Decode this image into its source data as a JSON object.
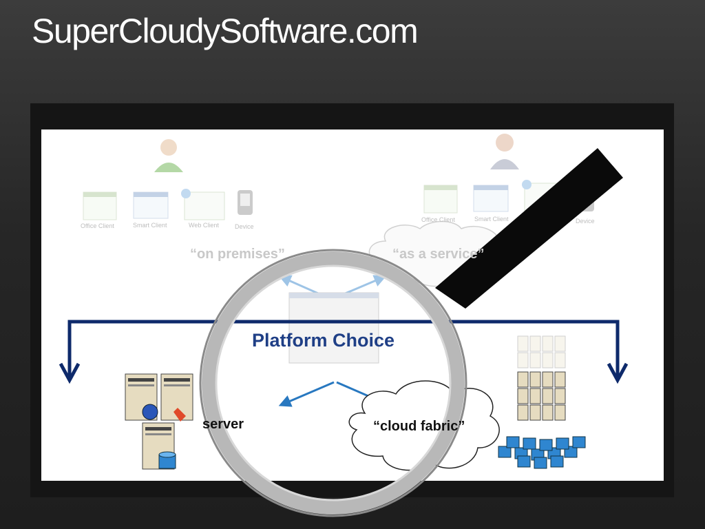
{
  "title": "SuperCloudySoftware.com",
  "diagram": {
    "heading": "Platform Choice",
    "deployment": {
      "on_premises": "“on premises”",
      "as_a_service": "“as a service”"
    },
    "platforms": {
      "server": "server",
      "cloud_fabric": "“cloud fabric”"
    },
    "clients_left": [
      "Office Client",
      "Smart Client",
      "Web Client",
      "Device"
    ],
    "clients_right": [
      "Office Client",
      "Smart Client",
      "Device"
    ],
    "icons": [
      "user-icon",
      "office-client-icon",
      "smart-client-icon",
      "web-client-icon",
      "device-icon",
      "server-icon",
      "database-icon",
      "cloud-icon",
      "server-farm-icon",
      "magnifying-glass-icon"
    ],
    "colors": {
      "heading": "#1f3f86",
      "bracket": "#0e2a6b",
      "arrows": "#2878c0",
      "faded_text": "#c8c8c8"
    }
  }
}
